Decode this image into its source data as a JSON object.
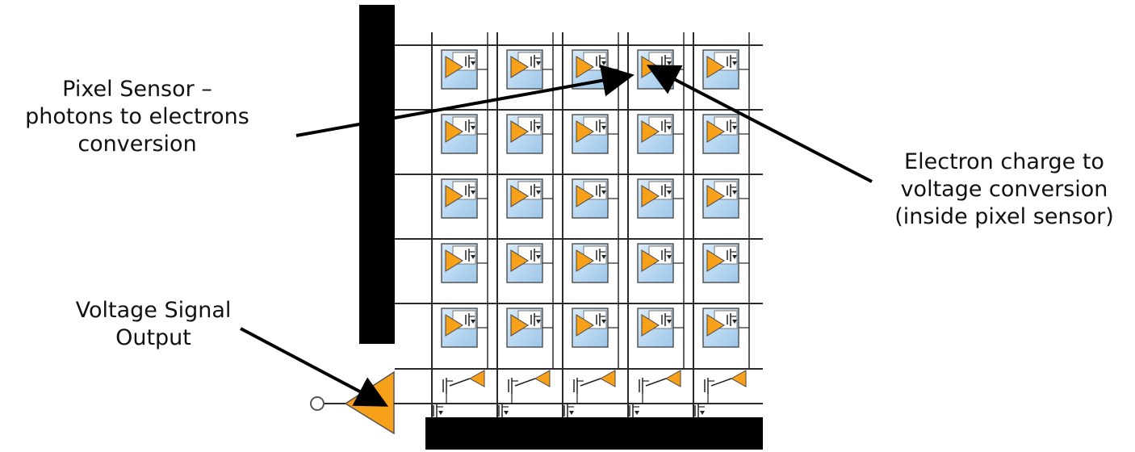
{
  "labels": {
    "pixel_sensor": [
      "Pixel Sensor –",
      "photons to electrons",
      "conversion"
    ],
    "electron_charge": [
      "Electron charge to",
      "voltage conversion",
      "(inside pixel sensor)"
    ],
    "voltage_output": [
      "Voltage Signal",
      "Output"
    ]
  },
  "pixel_grid": {
    "rows": 5,
    "columns": 5
  },
  "column_amplifiers": 5,
  "colors": {
    "amplifier_orange": "#f7a11a",
    "photodiode_blue": "#bcd9f2",
    "bus_bar": "#000000",
    "line": "#2a2a2a"
  }
}
